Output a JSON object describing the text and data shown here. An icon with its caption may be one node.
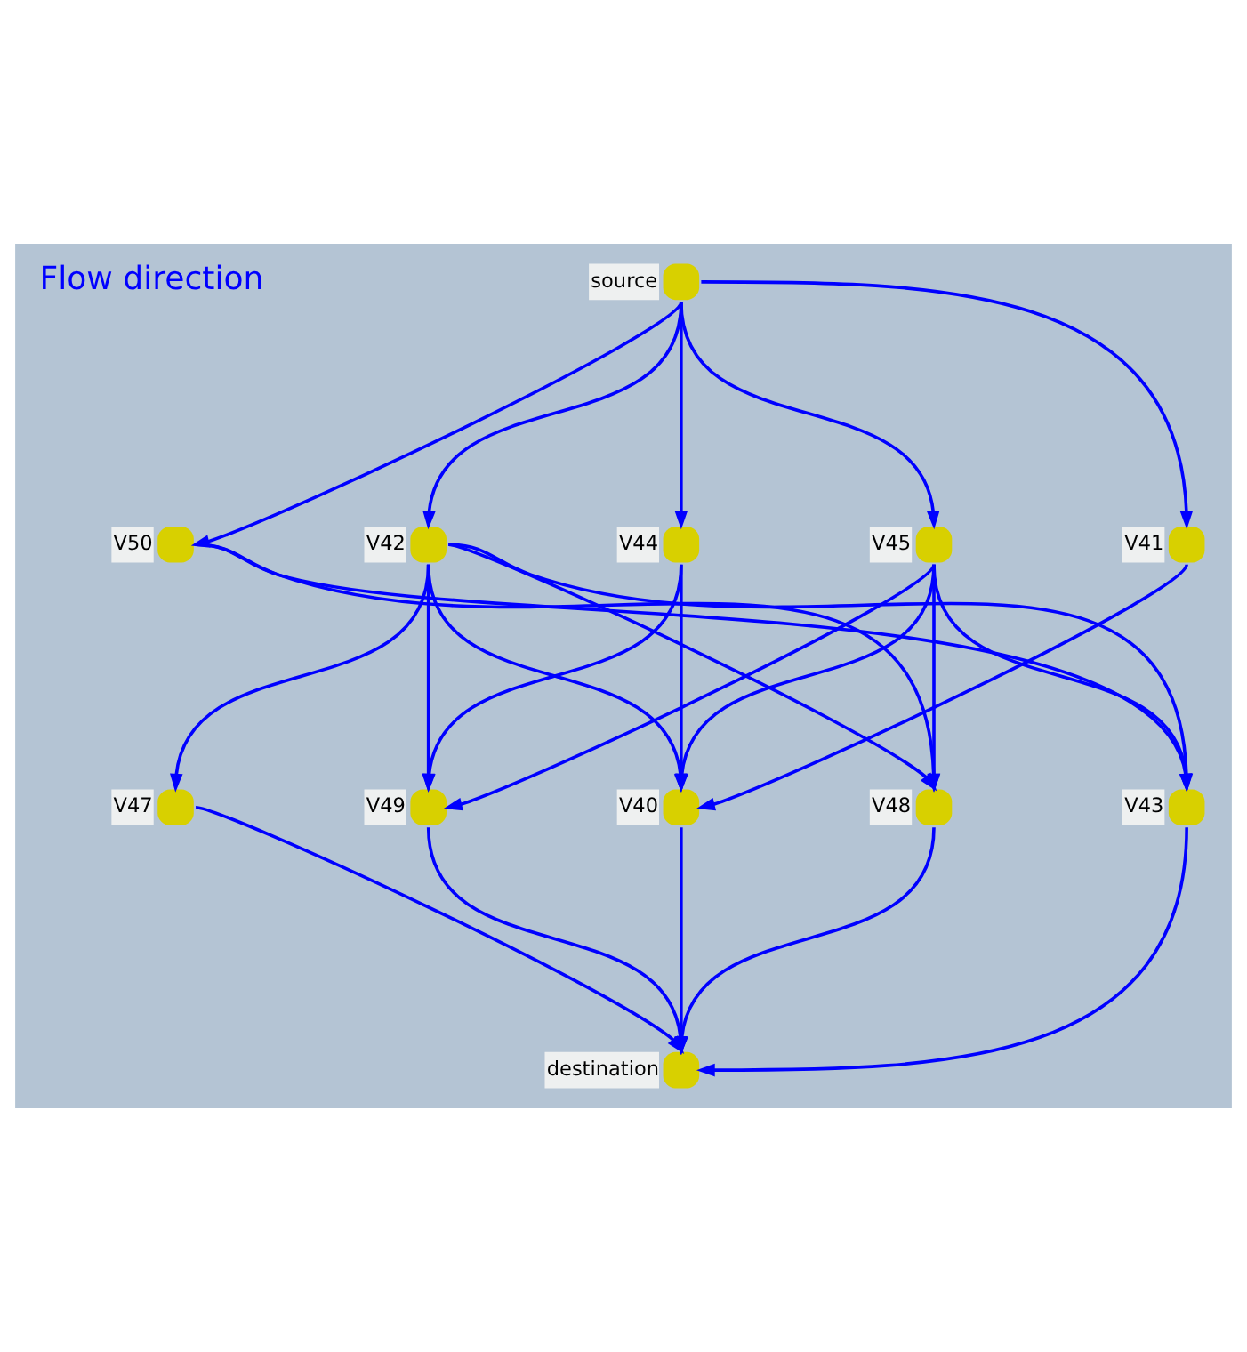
{
  "diagram": {
    "nodes": [
      {
        "text": [
          "source"
        ]
      },
      {
        "text": [
          "V50"
        ]
      },
      {
        "text": [
          "V42"
        ]
      },
      {
        "text": [
          "V44"
        ]
      },
      {
        "text": [
          "V45"
        ]
      },
      {
        "text": [
          "V41"
        ]
      },
      {
        "text": [
          "V47"
        ]
      },
      {
        "text": [
          "V49"
        ]
      },
      {
        "text": [
          "V40"
        ]
      },
      {
        "text": [
          "V48"
        ]
      },
      {
        "text": [
          "V43"
        ]
      },
      {
        "text": [
          "destination"
        ]
      }
    ],
    "edges": [
      {
        "from": 0,
        "to": 1,
        "arrow": "to"
      },
      {
        "from": 0,
        "to": 2,
        "arrow": "to"
      },
      {
        "from": 0,
        "to": 3,
        "arrow": "to"
      },
      {
        "from": 0,
        "to": 4,
        "arrow": "to"
      },
      {
        "from": 0,
        "to": 5,
        "arrow": "to"
      },
      {
        "from": 1,
        "to": 9,
        "arrow": "to"
      },
      {
        "from": 1,
        "to": 10,
        "arrow": "to"
      },
      {
        "from": 2,
        "to": 6,
        "arrow": "to"
      },
      {
        "from": 2,
        "to": 7,
        "arrow": "to"
      },
      {
        "from": 2,
        "to": 8,
        "arrow": "to"
      },
      {
        "from": 2,
        "to": 9,
        "arrow": "to"
      },
      {
        "from": 2,
        "to": 10,
        "arrow": "to"
      },
      {
        "from": 3,
        "to": 7,
        "arrow": "to"
      },
      {
        "from": 3,
        "to": 8,
        "arrow": "to"
      },
      {
        "from": 4,
        "to": 7,
        "arrow": "to"
      },
      {
        "from": 4,
        "to": 8,
        "arrow": "to"
      },
      {
        "from": 4,
        "to": 9,
        "arrow": "to"
      },
      {
        "from": 4,
        "to": 10,
        "arrow": "to"
      },
      {
        "from": 5,
        "to": 8,
        "arrow": "to"
      },
      {
        "from": 6,
        "to": 11,
        "arrow": "to"
      },
      {
        "from": 7,
        "to": 11,
        "arrow": "to"
      },
      {
        "from": 8,
        "to": 11,
        "arrow": "to"
      },
      {
        "from": 9,
        "to": 11,
        "arrow": "to"
      },
      {
        "from": 10,
        "to": 11,
        "arrow": "to"
      }
    ],
    "labels": [
      "Flow direction"
    ]
  }
}
